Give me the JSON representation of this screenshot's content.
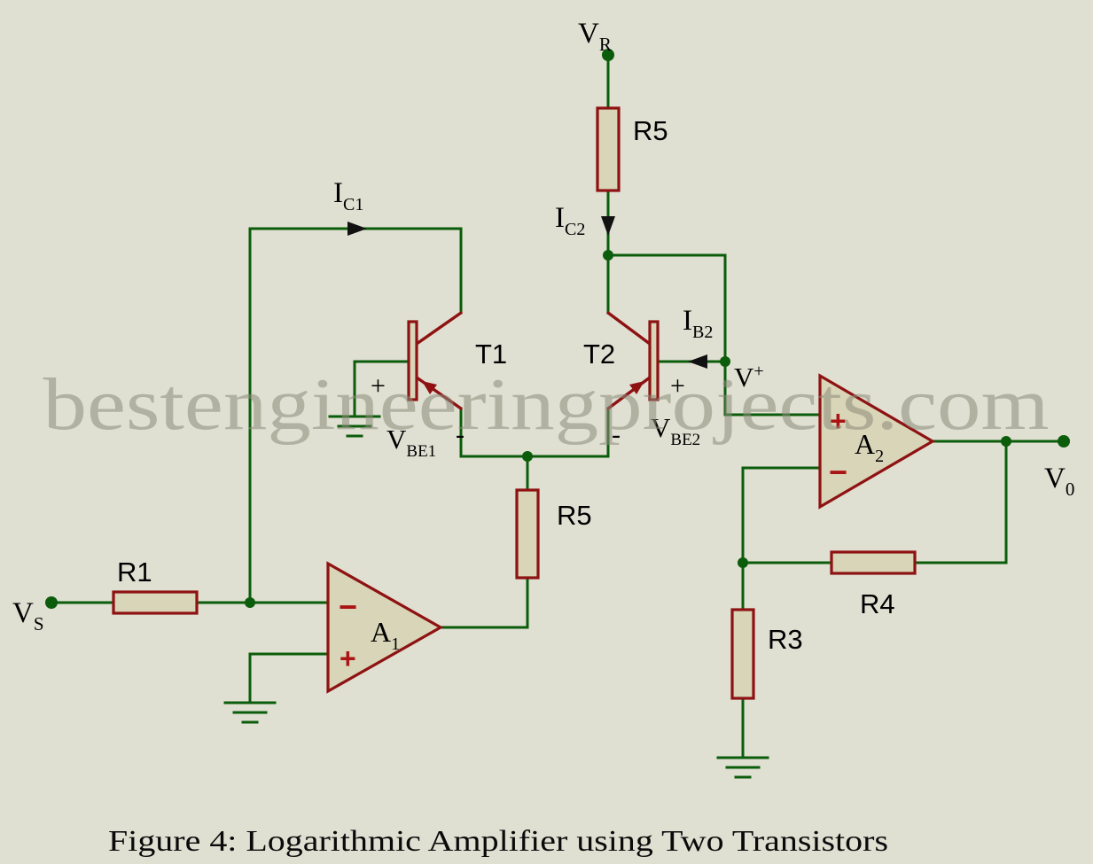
{
  "colors": {
    "background": "#dfdfd2",
    "wire_green": "#0b5c0b",
    "component_maroon": "#8e1212",
    "component_fill": "#d8d5b8",
    "opamp_sign_red": "#aa1414",
    "watermark_gray": "#8c8c7a",
    "label_black": "#000000"
  },
  "watermark": "bestengineeringprojects.com",
  "caption": "Figure 4: Logarithmic Amplifier using Two Transistors",
  "labels": {
    "vr": {
      "base": "V",
      "sub": "R"
    },
    "vs": {
      "base": "V",
      "sub": "S"
    },
    "v0": {
      "base": "V",
      "sub": "0"
    },
    "vplus": {
      "base": "V",
      "sup": "+"
    },
    "ic1": {
      "base": "I",
      "sub": "C1"
    },
    "ic2": {
      "base": "I",
      "sub": "C2"
    },
    "ib2": {
      "base": "I",
      "sub": "B2"
    },
    "vbe1": {
      "base": "V",
      "sub": "BE1"
    },
    "vbe2": {
      "base": "V",
      "sub": "BE2"
    },
    "r1": "R1",
    "r3": "R3",
    "r4": "R4",
    "r5_top": "R5",
    "r5_mid": "R5",
    "t1": "T1",
    "t2": "T2",
    "a1": {
      "base": "A",
      "sub": "1"
    },
    "a2": {
      "base": "A",
      "sub": "2"
    }
  },
  "signs": {
    "plus": "+",
    "minus": "-",
    "opamp_plus": "+",
    "opamp_minus": "−"
  }
}
